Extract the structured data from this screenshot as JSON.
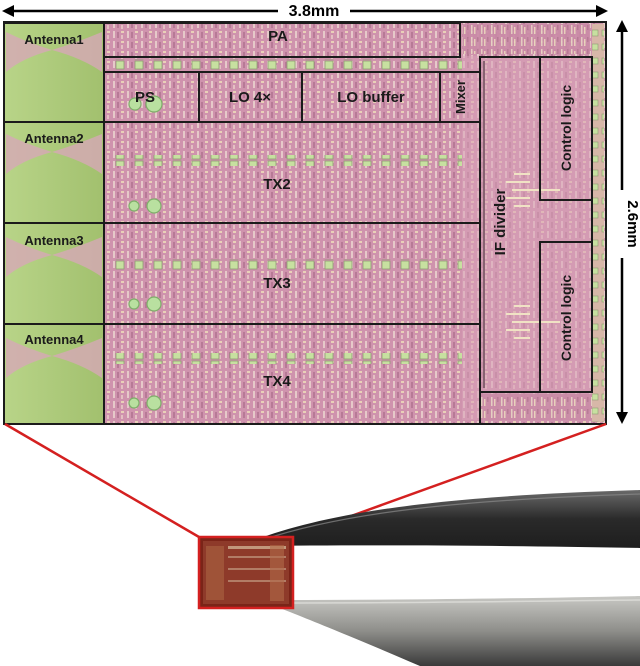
{
  "figure": {
    "width_label": "3.8mm",
    "height_label": "2.6mm"
  },
  "chip": {
    "antennas": [
      "Antenna1",
      "Antenna2",
      "Antenna3",
      "Antenna4"
    ],
    "blocks": {
      "pa": "PA",
      "ps": "PS",
      "lo4x": "LO 4×",
      "lo_buffer": "LO buffer",
      "mixer": "Mixer",
      "if_divider": "IF divider",
      "control_logic_top": "Control logic",
      "control_logic_bottom": "Control logic"
    },
    "tx_labels": [
      "TX2",
      "TX3",
      "TX4"
    ]
  },
  "colors": {
    "die_magenta": "#c98aa6",
    "die_pink_light": "#d9a3b8",
    "antenna_green": "#a9c77a",
    "pad_green": "#c7e0a0",
    "outline": "#1b1b1b",
    "zoom_red": "#d42020",
    "tweezer_dark": "#2e2e2e",
    "tweezer_silver": "#9a9a96"
  }
}
